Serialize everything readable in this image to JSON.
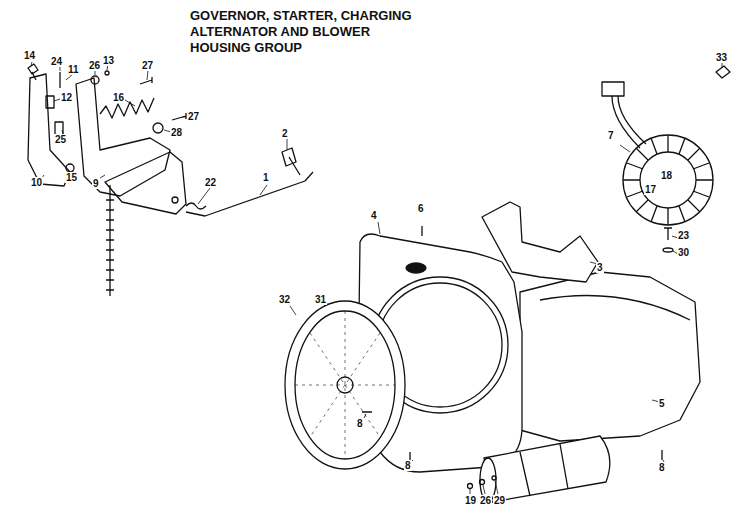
{
  "diagram": {
    "title": "GOVERNOR, STARTER, CHARGING ALTERNATOR AND BLOWER HOUSING GROUP",
    "labels": [
      "14",
      "24",
      "11",
      "26",
      "13",
      "27",
      "12",
      "16",
      "27",
      "28",
      "25",
      "10",
      "15",
      "9",
      "2",
      "22",
      "1",
      "33",
      "7",
      "18",
      "17",
      "23",
      "30",
      "4",
      "6",
      "3",
      "32",
      "31",
      "5",
      "8",
      "8",
      "8",
      "19",
      "26",
      "29"
    ]
  }
}
